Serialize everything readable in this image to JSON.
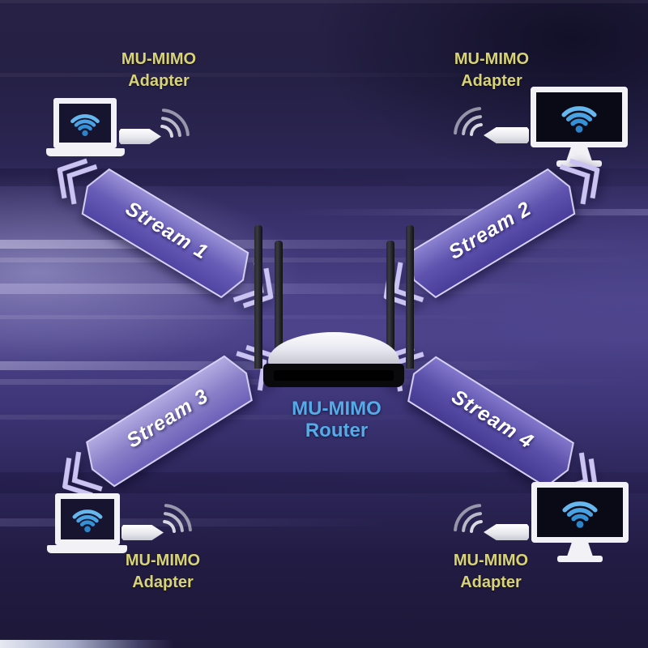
{
  "diagram": {
    "router": {
      "label_line1": "MU-MIMO",
      "label_line2": "Router"
    },
    "streams": [
      {
        "label": "Stream 1",
        "position": "top-left"
      },
      {
        "label": "Stream 2",
        "position": "top-right"
      },
      {
        "label": "Stream 3",
        "position": "bottom-left"
      },
      {
        "label": "Stream 4",
        "position": "bottom-right"
      }
    ],
    "devices": [
      {
        "type": "laptop",
        "position": "top-left",
        "label_line1": "MU-MIMO",
        "label_line2": "Adapter"
      },
      {
        "type": "monitor",
        "position": "top-right",
        "label_line1": "MU-MIMO",
        "label_line2": "Adapter"
      },
      {
        "type": "laptop",
        "position": "bottom-left",
        "label_line1": "MU-MIMO",
        "label_line2": "Adapter"
      },
      {
        "type": "monitor",
        "position": "bottom-right",
        "label_line1": "MU-MIMO",
        "label_line2": "Adapter"
      }
    ],
    "icons": {
      "wifi": "wifi-icon",
      "usb_adapter": "usb-adapter-icon",
      "signal_waves": "signal-waves-icon",
      "laptop": "laptop-icon",
      "monitor": "monitor-icon",
      "router": "router-icon"
    },
    "colors": {
      "background_dark": "#221c44",
      "background_light_band": "#4c438b",
      "stream_fill": "#6c60b8",
      "stream_border": "#d7d1f5",
      "stream_text": "#ffffff",
      "adapter_label": "#d9d377",
      "router_label": "#55abe8",
      "wifi_blue": "#4aa2e2",
      "device_white": "#f1f1f6"
    }
  }
}
